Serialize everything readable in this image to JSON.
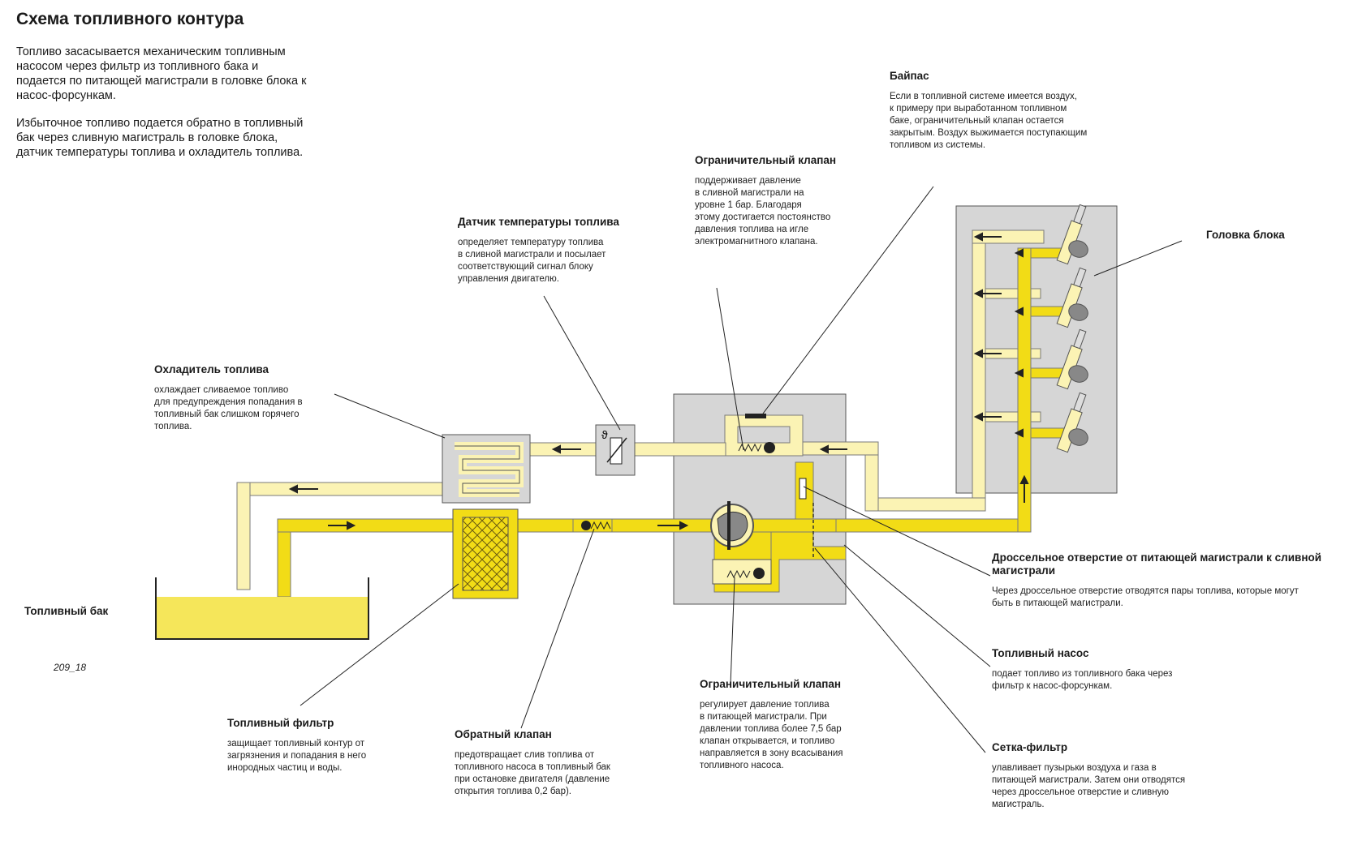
{
  "title": "Схема топливного контура",
  "intro": [
    "Топливо засасывается механическим топливным насосом через фильтр из топливного бака и подается по питающей магистрали в головке блока к насос-форсункам.",
    "Избыточное топливо подается обратно в топливный бак через сливную магистраль в головке блока, датчик температуры топлива и охладитель топлива."
  ],
  "figure_number": "209_18",
  "labels": {
    "bypass": {
      "title": "Байпас",
      "text": "Если в топливной системе имеется воздух,\nк примеру при выработанном топливном\nбаке, ограничительный клапан остается\nзакрытым. Воздух выжимается поступающим\nтопливом из системы."
    },
    "limit_valve_top": {
      "title": "Ограничительный клапан",
      "text": "поддерживает давление\nв сливной магистрали на\nуровне 1 бар. Благодаря\nэтому достигается постоянство\nдавления топлива на игле\nэлектромагнитного клапана."
    },
    "temp_sensor": {
      "title": "Датчик температуры топлива",
      "text": "определяет температуру топлива\nв сливной магистрали и посылает\nсоответствующий сигнал блоку\nуправления двигателю."
    },
    "cooler": {
      "title": "Охладитель топлива",
      "text": "охлаждает сливаемое топливо\nдля предупреждения попадания в\nтопливный бак слишком горячего\nтоплива."
    },
    "head": {
      "title": "Головка блока",
      "text": ""
    },
    "throttle": {
      "title": "Дроссельное отверстие от питающей магистрали к сливной\nмагистрали",
      "text": "Через дроссельное отверстие отводятся пары топлива, которые могут\nбыть в питающей магистрали."
    },
    "tank": {
      "title": "Топливный бак",
      "text": ""
    },
    "pump": {
      "title": "Топливный насос",
      "text": "подает топливо из топливного бака через\nфильтр к насос-форсункам."
    },
    "limit_valve_bottom": {
      "title": "Ограничительный клапан",
      "text": "регулирует давление топлива\nв питающей магистрали. При\nдавлении топлива более 7,5 бар\nклапан открывается, и топливо\nнаправляется в зону всасывания\nтопливного насоса."
    },
    "filter": {
      "title": "Топливный фильтр",
      "text": "защищает топливный контур от\nзагрязнения и попадания в него\nинородных частиц и воды."
    },
    "check_valve": {
      "title": "Обратный клапан",
      "text": "предотвращает слив топлива от\nтопливного насоса в топливный бак\nпри остановке двигателя (давление\nоткрытия топлива 0,2 бар)."
    },
    "strainer": {
      "title": "Сетка-фильтр",
      "text": "улавливает пузырьки воздуха и газа в\nпитающей магистрали. Затем они отводятся\nчерез дроссельное отверстие и сливную\nмагистраль."
    }
  },
  "symbols": {
    "temperature": "ϑ"
  },
  "colors": {
    "supply": "#f2dc16",
    "return": "#fbf3b4",
    "block": "#d6d6d6",
    "tank_fuel": "#f5e65a",
    "pipe_edge": "#7a7a7a"
  }
}
